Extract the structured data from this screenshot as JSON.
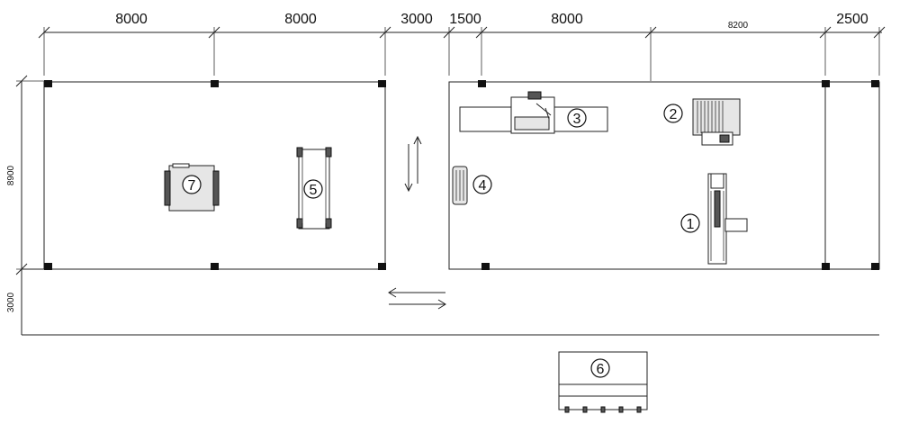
{
  "dimensions": {
    "top": [
      "8000",
      "8000",
      "3000",
      "1500",
      "8000",
      "8200",
      "2500"
    ],
    "left_height": "8900",
    "left_aisle": "3000"
  },
  "equipment_numbers": {
    "eq1": "1",
    "eq2": "2",
    "eq3": "3",
    "eq4": "4",
    "eq5": "5",
    "eq6": "6",
    "eq7": "7"
  },
  "colors": {
    "line": "#222222",
    "column": "#111111",
    "background": "#ffffff"
  }
}
